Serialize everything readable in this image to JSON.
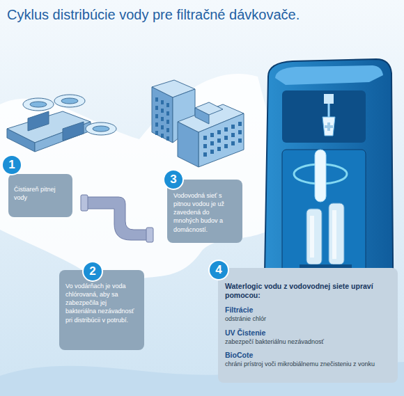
{
  "diagram": {
    "title": "Cyklus distribúcie vody pre filtračné dávkovače.",
    "nodes": [
      {
        "text": [
          "Čistiareň pitnej vody"
        ]
      },
      {
        "text": [
          "Vo vodárňach je voda chlórovaná, aby sa zabezpečila jej bakteriálna nezávadnosť pri distribúcii v potrubí."
        ]
      },
      {
        "text": [
          "Vodovodná sieť s pitnou vodou je už zavedená do mnohých budov a domácností."
        ]
      },
      {
        "text": [
          "Waterlogic vodu z vodovodnej siete upraví pomocou:",
          "Filtrácie",
          "odstránie chlór",
          "UV Čistenie",
          "zabezpečí bakteriálnu nezávadnosť",
          "BioCote",
          "chráni prístroj voči mikrobiálnemu znečisteniu z vonku"
        ]
      }
    ],
    "labels": [
      "1",
      "2",
      "3",
      "4"
    ]
  }
}
